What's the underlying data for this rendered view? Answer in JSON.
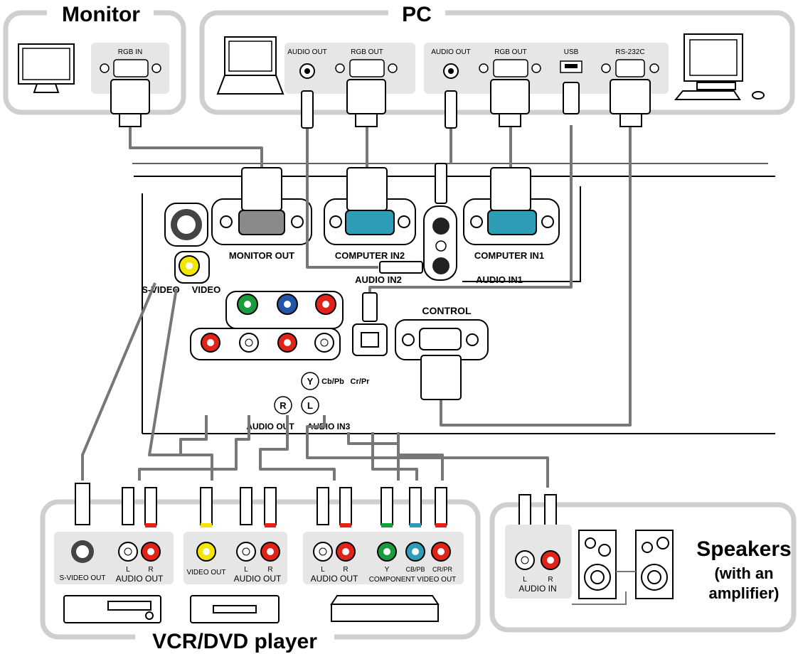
{
  "groups": {
    "monitor": "Monitor",
    "pc": "PC",
    "vcr": "VCR/DVD player",
    "speakers_line1": "Speakers",
    "speakers_line2": "(with an",
    "speakers_line3": "amplifier)"
  },
  "device_ports": {
    "rgb_in": "RGB IN",
    "audio_out": "AUDIO OUT",
    "rgb_out": "RGB OUT",
    "usb": "USB",
    "rs232c": "RS-232C",
    "svideo_out": "S-VIDEO OUT",
    "video_out": "VIDEO OUT",
    "left": "L",
    "right": "R",
    "audio_out_caps": "AUDIO OUT",
    "y": "Y",
    "cb_pb": "CB/PB",
    "cr_pr": "CR/PR",
    "component_video_out": "COMPONENT VIDEO OUT",
    "audio_in": "AUDIO IN"
  },
  "projector_ports": {
    "monitor_out": "MONITOR OUT",
    "computer_in2": "COMPUTER IN2",
    "computer_in1": "COMPUTER IN1",
    "audio_in2": "AUDIO IN2",
    "audio_in1": "AUDIO IN1",
    "control": "CONTROL",
    "s_video": "S-VIDEO",
    "video": "VIDEO",
    "y": "Y",
    "l": "L",
    "r": "R",
    "cb_pb": "Cb/Pb",
    "cr_pr": "Cr/Pr",
    "audio_in3": "AUDIO IN3",
    "audio_out": "AUDIO OUT"
  },
  "colors": {
    "panel": "#e6e6e6",
    "port_teal": "#2e9db6",
    "red": "#e2231a",
    "green": "#1a9b3c",
    "blue": "#2356a6",
    "yellow": "#f2e600",
    "cable": "#777777"
  }
}
